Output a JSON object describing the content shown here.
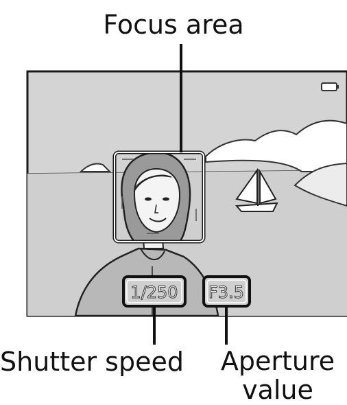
{
  "labels": {
    "focus_area": "Focus area",
    "shutter_speed": "Shutter speed",
    "aperture_line1": "Aperture",
    "aperture_line2": "value"
  },
  "readouts": {
    "shutter": "1/250",
    "aperture": "F3.5"
  },
  "icons": {
    "battery": "battery-indicator-icon"
  },
  "colors": {
    "screen_fill": "#d4d4d4",
    "frame_stroke": "#1a1a1a"
  }
}
